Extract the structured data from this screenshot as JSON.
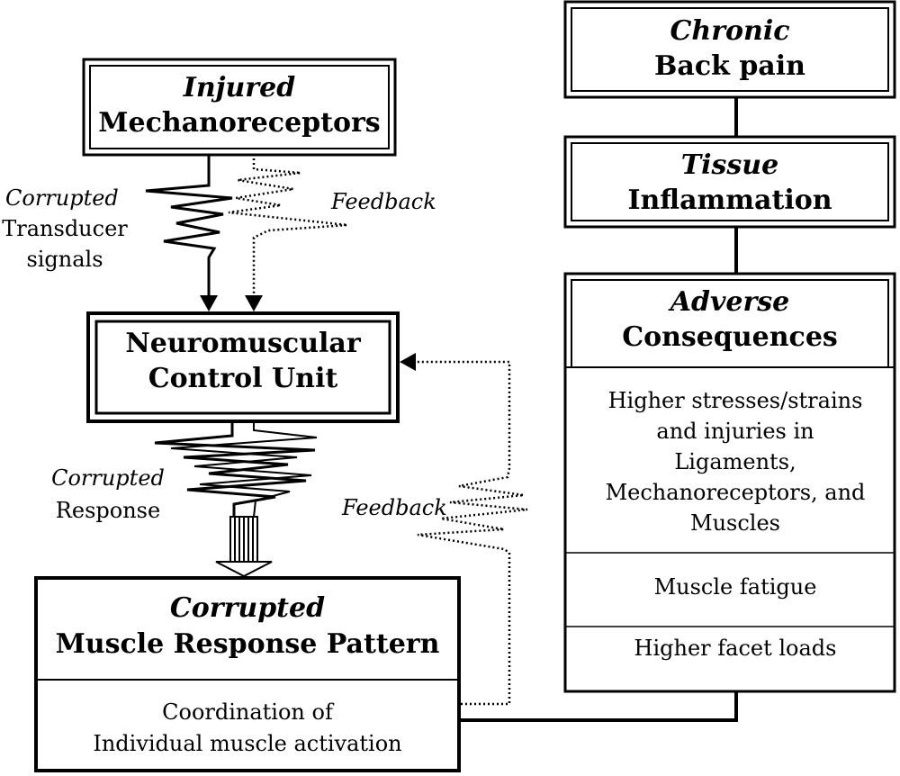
{
  "boxes": {
    "chronic_back_pain": {
      "line1": "Chronic",
      "line2": "Back pain"
    },
    "tissue_inflammation": {
      "line1": "Tissue",
      "line2": "Inflammation"
    },
    "adverse_consequences": {
      "line1": "Adverse",
      "line2": "Consequences",
      "sections": [
        [
          "Higher stresses/strains",
          "and injuries in",
          "Ligaments,",
          "Mechanoreceptors, and",
          "Muscles"
        ],
        [
          "Muscle fatigue"
        ],
        [
          "Higher facet loads"
        ]
      ]
    },
    "injured_mechanoreceptors": {
      "line1": "Injured",
      "line2": "Mechanoreceptors"
    },
    "neuromuscular_control_unit": {
      "line1": "Neuromuscular",
      "line2": "Control Unit"
    },
    "corrupted_muscle_response": {
      "line1": "Corrupted",
      "line2": "Muscle Response Pattern",
      "section": [
        "Coordination of",
        "Individual muscle activation"
      ]
    }
  },
  "labels": {
    "corrupted_transducer": [
      "Corrupted",
      "Transducer",
      "signals"
    ],
    "feedback_top": "Feedback",
    "corrupted_response": [
      "Corrupted",
      "Response"
    ],
    "feedback_bottom": "Feedback"
  }
}
